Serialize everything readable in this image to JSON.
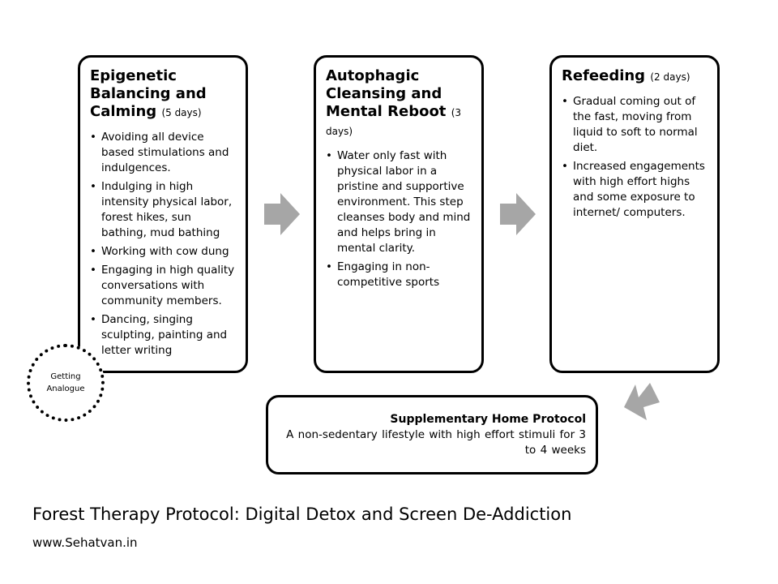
{
  "step1": {
    "title": "Epigenetic Balancing and Calming",
    "days": "(5 days)",
    "items": [
      "Avoiding all device based stimulations and indulgences.",
      "Indulging in high intensity physical labor, forest hikes, sun bathing, mud bathing",
      "Working with cow dung",
      "Engaging in high quality conversations with community members.",
      "Dancing, singing sculpting, painting and letter writing"
    ]
  },
  "step2": {
    "title": "Autophagic Cleansing and Mental Reboot",
    "days": "(3 days)",
    "items": [
      "Water only fast with physical labor in a pristine and supportive environment. This step cleanses body and mind and helps bring in mental clarity.",
      "Engaging in non-competitive sports"
    ]
  },
  "step3": {
    "title": "Refeeding",
    "days": "(2 days)",
    "items": [
      "Gradual coming out of the fast, moving from liquid to soft to normal diet.",
      "Increased engagements with high effort highs and some exposure to internet/ computers."
    ]
  },
  "home": {
    "title": "Supplementary Home Protocol",
    "description": "A non-sedentary lifestyle with high effort stimuli for 3 to 4 weeks"
  },
  "badge": {
    "label": "Getting Analogue"
  },
  "caption": "Forest Therapy Protocol: Digital Detox and Screen De-Addiction",
  "website": "www.Sehatvan.in",
  "colors": {
    "arrow": "#a6a6a6",
    "border": "#000000"
  }
}
